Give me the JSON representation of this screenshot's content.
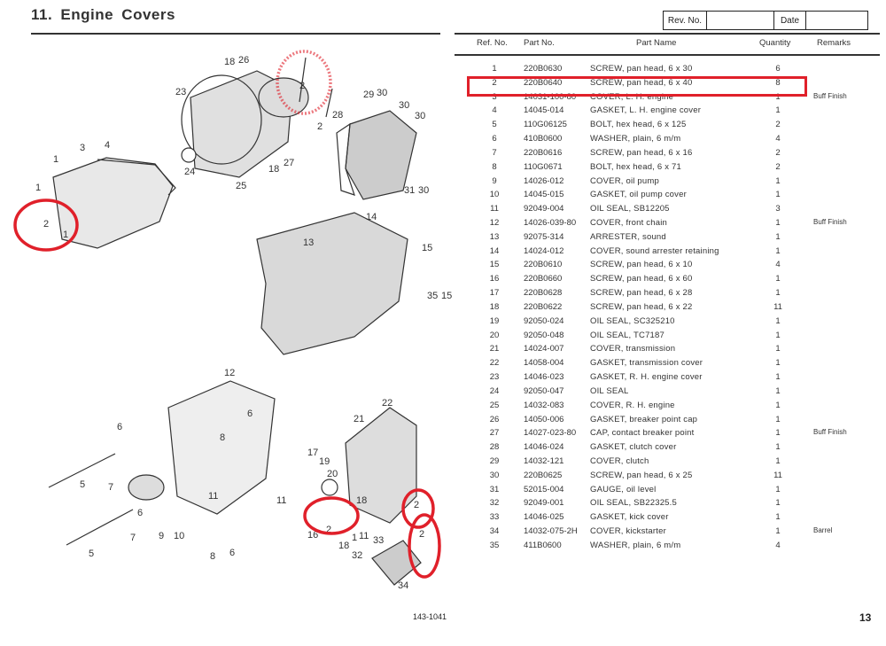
{
  "header": {
    "title": "11.  Engine Covers",
    "rev_label": "Rev. No.",
    "rev_value": "",
    "date_label": "Date",
    "date_value": ""
  },
  "table": {
    "columns": [
      "Ref. No.",
      "Part No.",
      "Part Name",
      "Quantity",
      "Remarks"
    ],
    "highlighted_ref": "2",
    "rows": [
      {
        "ref": "1",
        "part_no": "220B0630",
        "name": "SCREW, pan head, 6 x 30",
        "qty": "6",
        "remarks": ""
      },
      {
        "ref": "2",
        "part_no": "220B0640",
        "name": "SCREW, pan head, 6 x 40",
        "qty": "8",
        "remarks": ""
      },
      {
        "ref": "3",
        "part_no": "14031-100-80",
        "name": "COVER, L. H. engine",
        "qty": "1",
        "remarks": "Buff Finish"
      },
      {
        "ref": "4",
        "part_no": "14045-014",
        "name": "GASKET, L. H. engine cover",
        "qty": "1",
        "remarks": ""
      },
      {
        "ref": "5",
        "part_no": "110G06125",
        "name": "BOLT, hex head, 6 x 125",
        "qty": "2",
        "remarks": ""
      },
      {
        "ref": "6",
        "part_no": "410B0600",
        "name": "WASHER, plain, 6 m/m",
        "qty": "4",
        "remarks": ""
      },
      {
        "ref": "7",
        "part_no": "220B0616",
        "name": "SCREW, pan head, 6 x 16",
        "qty": "2",
        "remarks": ""
      },
      {
        "ref": "8",
        "part_no": "110G0671",
        "name": "BOLT, hex head, 6 x 71",
        "qty": "2",
        "remarks": ""
      },
      {
        "ref": "9",
        "part_no": "14026-012",
        "name": "COVER, oil pump",
        "qty": "1",
        "remarks": ""
      },
      {
        "ref": "10",
        "part_no": "14045-015",
        "name": "GASKET, oil pump cover",
        "qty": "1",
        "remarks": ""
      },
      {
        "ref": "11",
        "part_no": "92049-004",
        "name": "OIL SEAL, SB12205",
        "qty": "3",
        "remarks": ""
      },
      {
        "ref": "12",
        "part_no": "14026-039-80",
        "name": "COVER, front chain",
        "qty": "1",
        "remarks": "Buff Finish"
      },
      {
        "ref": "13",
        "part_no": "92075-314",
        "name": "ARRESTER, sound",
        "qty": "1",
        "remarks": ""
      },
      {
        "ref": "14",
        "part_no": "14024-012",
        "name": "COVER, sound arrester retaining",
        "qty": "1",
        "remarks": ""
      },
      {
        "ref": "15",
        "part_no": "220B0610",
        "name": "SCREW, pan head, 6 x 10",
        "qty": "4",
        "remarks": ""
      },
      {
        "ref": "16",
        "part_no": "220B0660",
        "name": "SCREW, pan head, 6 x 60",
        "qty": "1",
        "remarks": ""
      },
      {
        "ref": "17",
        "part_no": "220B0628",
        "name": "SCREW, pan head, 6 x 28",
        "qty": "1",
        "remarks": ""
      },
      {
        "ref": "18",
        "part_no": "220B0622",
        "name": "SCREW, pan head, 6 x 22",
        "qty": "11",
        "remarks": ""
      },
      {
        "ref": "19",
        "part_no": "92050-024",
        "name": "OIL SEAL, SC325210",
        "qty": "1",
        "remarks": ""
      },
      {
        "ref": "20",
        "part_no": "92050-048",
        "name": "OIL SEAL, TC7187",
        "qty": "1",
        "remarks": ""
      },
      {
        "ref": "21",
        "part_no": "14024-007",
        "name": "COVER, transmission",
        "qty": "1",
        "remarks": ""
      },
      {
        "ref": "22",
        "part_no": "14058-004",
        "name": "GASKET, transmission cover",
        "qty": "1",
        "remarks": ""
      },
      {
        "ref": "23",
        "part_no": "14046-023",
        "name": "GASKET, R. H. engine cover",
        "qty": "1",
        "remarks": ""
      },
      {
        "ref": "24",
        "part_no": "92050-047",
        "name": "OIL SEAL",
        "qty": "1",
        "remarks": ""
      },
      {
        "ref": "25",
        "part_no": "14032-083",
        "name": "COVER, R. H. engine",
        "qty": "1",
        "remarks": ""
      },
      {
        "ref": "26",
        "part_no": "14050-006",
        "name": "GASKET, breaker point cap",
        "qty": "1",
        "remarks": ""
      },
      {
        "ref": "27",
        "part_no": "14027-023-80",
        "name": "CAP, contact breaker point",
        "qty": "1",
        "remarks": "Buff Finish"
      },
      {
        "ref": "28",
        "part_no": "14046-024",
        "name": "GASKET, clutch cover",
        "qty": "1",
        "remarks": ""
      },
      {
        "ref": "29",
        "part_no": "14032-121",
        "name": "COVER, clutch",
        "qty": "1",
        "remarks": ""
      },
      {
        "ref": "30",
        "part_no": "220B0625",
        "name": "SCREW, pan head, 6 x 25",
        "qty": "11",
        "remarks": ""
      },
      {
        "ref": "31",
        "part_no": "52015-004",
        "name": "GAUGE, oil level",
        "qty": "1",
        "remarks": ""
      },
      {
        "ref": "32",
        "part_no": "92049-001",
        "name": "OIL SEAL, SB22325.5",
        "qty": "1",
        "remarks": ""
      },
      {
        "ref": "33",
        "part_no": "14046-025",
        "name": "GASKET, kick cover",
        "qty": "1",
        "remarks": ""
      },
      {
        "ref": "34",
        "part_no": "14032-075-2H",
        "name": "COVER, kickstarter",
        "qty": "1",
        "remarks": "Barrel"
      },
      {
        "ref": "35",
        "part_no": "411B0600",
        "name": "WASHER, plain, 6 m/m",
        "qty": "4",
        "remarks": ""
      }
    ]
  },
  "diagram": {
    "callouts": [
      "18",
      "26",
      "2",
      "2",
      "23",
      "28",
      "29",
      "30",
      "30",
      "30",
      "1",
      "3",
      "4",
      "24",
      "25",
      "18",
      "27",
      "31",
      "30",
      "1",
      "2",
      "1",
      "14",
      "15",
      "13",
      "35",
      "15",
      "12",
      "22",
      "21",
      "6",
      "6",
      "8",
      "17",
      "19",
      "20",
      "5",
      "7",
      "6",
      "7",
      "9",
      "10",
      "11",
      "11",
      "16",
      "2",
      "18",
      "1",
      "11",
      "18",
      "33",
      "2",
      "2",
      "32",
      "34",
      "5",
      "8",
      "6"
    ],
    "annotation_color": "#e0202a"
  },
  "footer": {
    "code": "143-1041",
    "page": "13"
  }
}
